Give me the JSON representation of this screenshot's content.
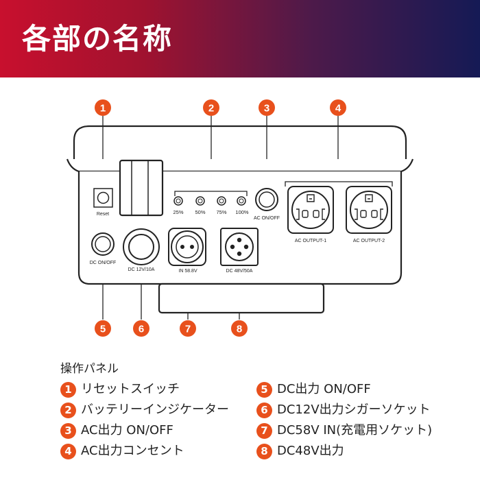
{
  "page_title": "各部の名称",
  "callouts": [
    "1",
    "2",
    "3",
    "4",
    "5",
    "6",
    "7",
    "8"
  ],
  "panel_labels": {
    "reset": "Reset",
    "pct25": "25%",
    "pct50": "50%",
    "pct75": "75%",
    "pct100": "100%",
    "ac_onoff": "AC ON/OFF",
    "ac_output1": "AC OUTPUT-1",
    "ac_output2": "AC OUTPUT-2",
    "dc_onoff": "DC ON/OFF",
    "dc12v": "DC 12V/10A",
    "in58v": "IN 58.8V",
    "dc48v": "DC 48V/50A"
  },
  "legend": {
    "heading": "操作パネル",
    "items": [
      {
        "num": "1",
        "text": "リセットスイッチ"
      },
      {
        "num": "2",
        "text": "バッテリーインジケーター"
      },
      {
        "num": "3",
        "text": "AC出力 ON/OFF"
      },
      {
        "num": "4",
        "text": "AC出力コンセント"
      },
      {
        "num": "5",
        "text": "DC出力 ON/OFF"
      },
      {
        "num": "6",
        "text": "DC12V出力シガーソケット"
      },
      {
        "num": "7",
        "text": "DC58V IN(充電用ソケット)"
      },
      {
        "num": "8",
        "text": "DC48V出力"
      }
    ]
  },
  "colors": {
    "accent": "#e8501c",
    "header_left": "#c8102e",
    "header_right": "#151a55"
  }
}
